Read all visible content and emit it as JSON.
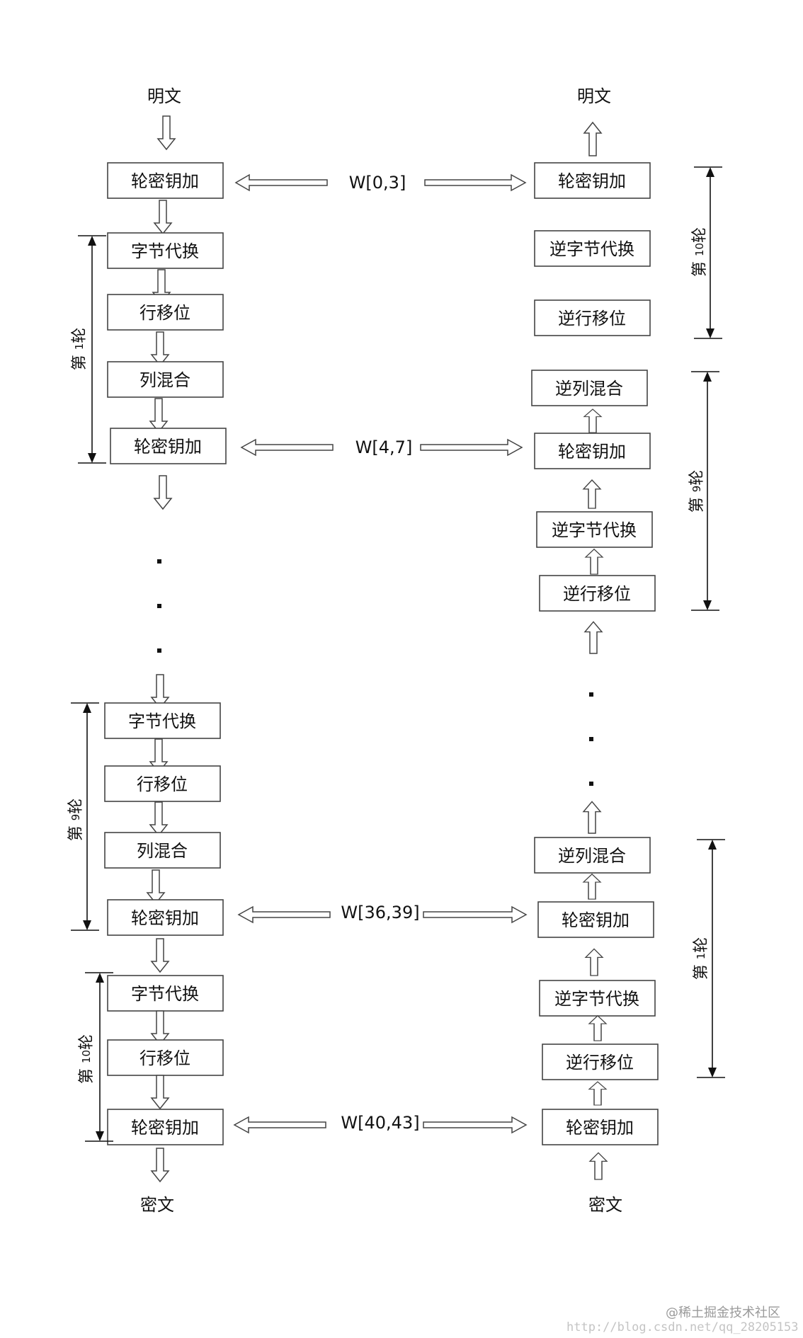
{
  "left": {
    "input": "明文",
    "output": "密文",
    "ops": {
      "add_round_key": "轮密钥加",
      "sub_bytes": "字节代换",
      "shift_rows": "行移位",
      "mix_columns": "列混合"
    }
  },
  "right": {
    "input": "密文",
    "output": "明文",
    "ops": {
      "add_round_key": "轮密钥加",
      "inv_sub_bytes": "逆字节代换",
      "inv_shift_rows": "逆行移位",
      "inv_mix_columns": "逆列混合"
    }
  },
  "keys": [
    "W[0,3]",
    "W[4,7]",
    "W[36,39]",
    "W[40,43]"
  ],
  "rounds": {
    "prefix": "第",
    "suffix": "轮",
    "left_round_1": "1",
    "left_round_9": "9",
    "left_round_10": "10",
    "right_round_10": "10",
    "right_round_9": "9",
    "right_round_1": "1"
  },
  "watermark": {
    "site": "@稀土掘金技术社区",
    "url": "http://blog.csdn.net/qq_28205153"
  }
}
